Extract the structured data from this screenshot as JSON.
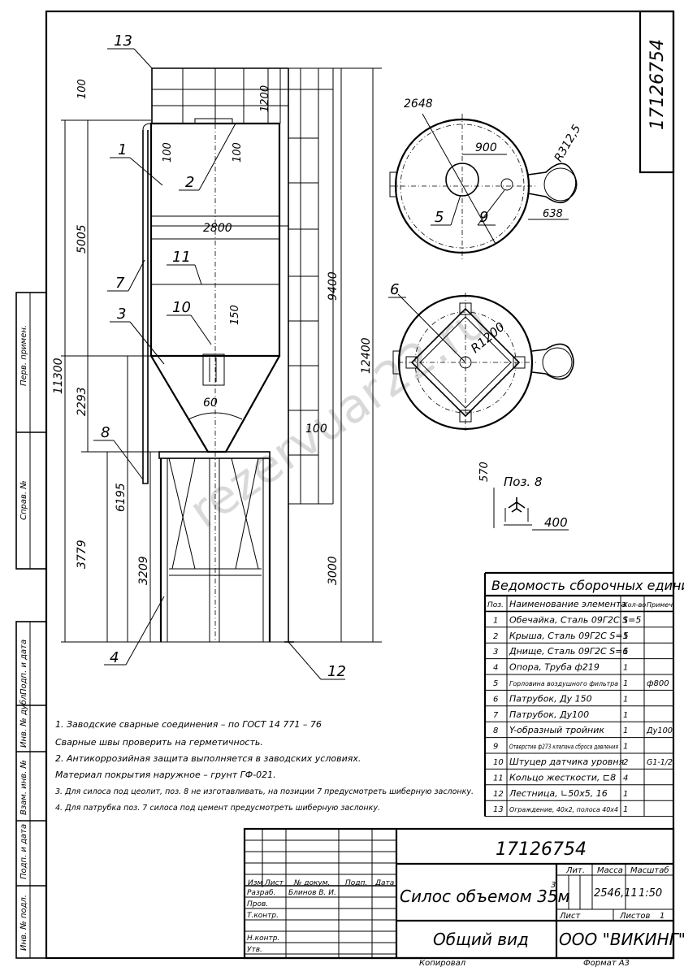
{
  "drawing_number": "17126754",
  "top_stamp": "17126754",
  "watermark": "rezervuar22.ru",
  "side_stamps": [
    "Перв. примен.",
    "Справ. №",
    "Подп. и дата",
    "Инв. № дубл.",
    "Взам. инв. №",
    "Подп. и дата",
    "Инв. № подл."
  ],
  "front_view": {
    "dims": {
      "d100a": "100",
      "d1200": "1200",
      "d100b": "100",
      "d100c": "100",
      "d5005": "5005",
      "d2800": "2800",
      "d9400": "9400",
      "d12400": "12400",
      "d11300": "11300",
      "d2293": "2293",
      "d6195": "6195",
      "d3779": "3779",
      "d3209": "3209",
      "d3000": "3000",
      "d150": "150",
      "d60": "60",
      "d100d": "100"
    },
    "callouts": [
      "13",
      "1",
      "2",
      "7",
      "11",
      "3",
      "10",
      "8",
      "4",
      "12"
    ]
  },
  "top_view": {
    "dims": {
      "d2648": "2648",
      "d900": "900",
      "r3125": "R312,5",
      "d638": "638"
    },
    "callouts": [
      "5",
      "9"
    ]
  },
  "bottom_view": {
    "dims": {
      "r1200": "R1200"
    },
    "callouts": [
      "6"
    ]
  },
  "detail8": {
    "title": "Поз. 8",
    "d570": "570",
    "d400": "400"
  },
  "notes": [
    "1. Заводские сварные соединения – по ГОСТ 14 771 – 76",
    "Сварные швы проверить на герметичность.",
    "2. Антикоррозийная защита выполняется в заводских условиях.",
    "Материал покрытия наружное – грунт ГФ-021.",
    "3. Для силоса под цеолит, поз. 8 не изготавливать, на позиции 7 предусмотреть шиберную заслонку.",
    "4. Для патрубка поз. 7 силоса под цемент предусмотреть шиберную заслонку."
  ],
  "bom": {
    "title": "Ведомость сборочных единиц",
    "headers": [
      "Поз.",
      "Наименование элемента",
      "Кол-во",
      "Примеч"
    ],
    "rows": [
      [
        "1",
        "Обечайка, Сталь 09Г2С S=5",
        "1",
        ""
      ],
      [
        "2",
        "Крыша, Сталь 09Г2С S=5",
        "1",
        ""
      ],
      [
        "3",
        "Днище, Сталь 09Г2С S=6",
        "1",
        ""
      ],
      [
        "4",
        "Опора, Труба ф219",
        "1",
        ""
      ],
      [
        "5",
        "Горловина воздушного фильтра",
        "1",
        "ф800"
      ],
      [
        "6",
        "Патрубок, Ду 150",
        "1",
        ""
      ],
      [
        "7",
        "Патрубок, Ду100",
        "1",
        ""
      ],
      [
        "8",
        "Y-образный тройник",
        "1",
        "Ду100"
      ],
      [
        "9",
        "Отверстие ф273 клапана сброса давления",
        "1",
        ""
      ],
      [
        "10",
        "Штуцер датчика уровня",
        "2",
        "G1-1/2"
      ],
      [
        "11",
        "Кольцо жесткости, ⊏8",
        "4",
        ""
      ],
      [
        "12",
        "Лестница, ∟50х5,      16",
        "1",
        ""
      ],
      [
        "13",
        "Ограждение,   40х2, полоса 40х4",
        "1",
        ""
      ]
    ]
  },
  "title_block": {
    "number": "17126754",
    "name": "Силос объемом 35м",
    "name_sup": "3",
    "view": "Общий вид",
    "org": "ООО \"ВИКИНГ\"",
    "lit_label": "Лит.",
    "mass_label": "Масса",
    "scale_label": "Масштаб",
    "mass": "2546,11",
    "scale": "1:50",
    "sheet_label": "Лист",
    "sheets_label": "Листов",
    "sheets": "1",
    "row_labels": [
      "Изм",
      "Лист",
      "№ докум.",
      "Подп.",
      "Дата"
    ],
    "roles": [
      "Разраб.",
      "Пров.",
      "Т.контр.",
      "",
      "Н.контр.",
      "Утв."
    ],
    "developer": "Блинов В. И.",
    "copied": "Копировал",
    "format": "Формат   А3"
  }
}
